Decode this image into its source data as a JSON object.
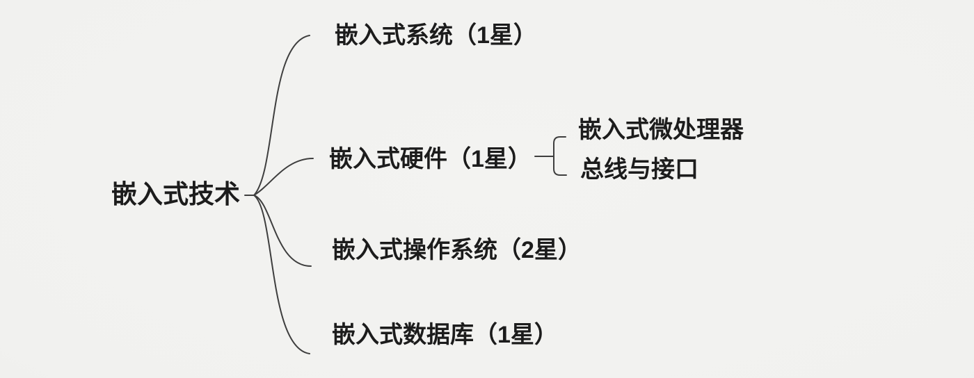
{
  "app": {
    "type": "mindmap-diagram",
    "background_color": "#f1f1ef",
    "vignette_edge_color": "#e3e3e1",
    "line_color": "#3e3e3e",
    "text_color": "#1c1c1c"
  },
  "mindmap": {
    "root": {
      "label": "嵌入式技术"
    },
    "branches": [
      {
        "label": "嵌入式系统（1星）"
      },
      {
        "label": "嵌入式硬件（1星）",
        "children": [
          {
            "label": "嵌入式微处理器"
          },
          {
            "label": "总线与接口"
          }
        ]
      },
      {
        "label": "嵌入式操作系统（2星）"
      },
      {
        "label": "嵌入式数据库（1星）"
      }
    ]
  }
}
